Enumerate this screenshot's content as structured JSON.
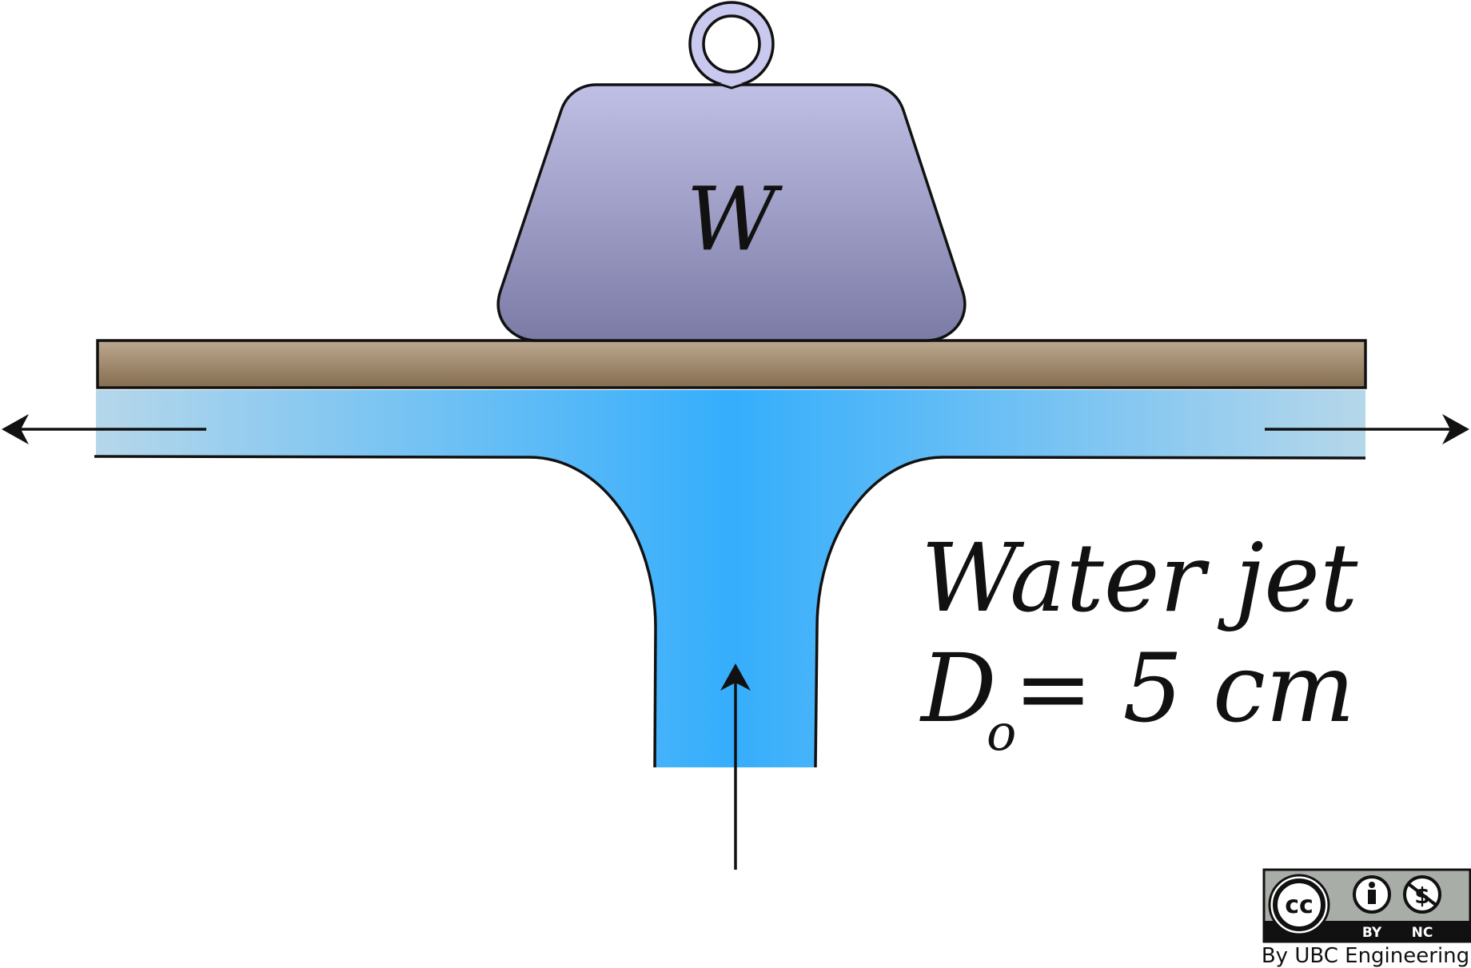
{
  "weight": {
    "label": "W"
  },
  "jet": {
    "title": "Water jet",
    "diameter_symbol": "D",
    "diameter_subscript": "o",
    "diameter_value": "= 5 cm"
  },
  "license": {
    "cc_text": "cc",
    "by_label": "BY",
    "nc_label": "NC",
    "credit": "By UBC Engineering"
  },
  "colors": {
    "weight_top": "#c0c0e6",
    "weight_bottom": "#7b7ba6",
    "plate_top": "#bca890",
    "plate_bottom": "#856e4f",
    "water_center": "#35aefc",
    "water_edge": "#b6d7ea",
    "badge_gray": "#a9ada8"
  }
}
